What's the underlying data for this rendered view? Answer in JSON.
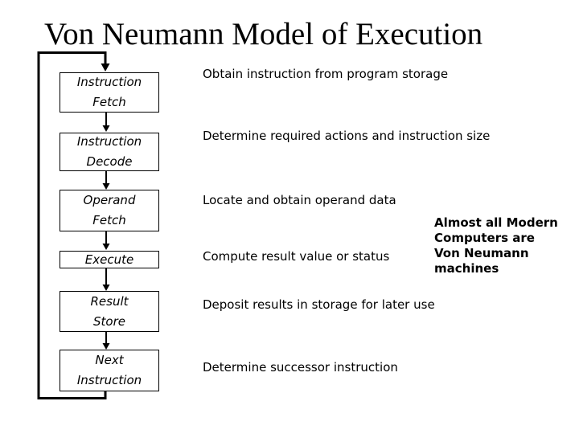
{
  "slide": {
    "title": "Von Neumann Model of Execution"
  },
  "flowchart": {
    "boxes": [
      {
        "line1": "Instruction",
        "line2": "Fetch"
      },
      {
        "line1": "Instruction",
        "line2": "Decode"
      },
      {
        "line1": "Operand",
        "line2": "Fetch"
      },
      {
        "line1": "Execute"
      },
      {
        "line1": "Result",
        "line2": "Store"
      },
      {
        "line1": "Next",
        "line2": "Instruction"
      }
    ],
    "loop_icon": "feedback-loop-arrow"
  },
  "descriptions": [
    "Obtain instruction from program storage",
    "Determine required actions and instruction size",
    "Locate and obtain operand data",
    "Compute result value or status",
    "Deposit results in storage for later use",
    "Determine successor instruction"
  ],
  "note": {
    "lines": [
      "Almost all Modern",
      "Computers are",
      "Von Neumann",
      "machines"
    ]
  },
  "colors": {
    "ink": "#000000",
    "background": "#ffffff"
  }
}
